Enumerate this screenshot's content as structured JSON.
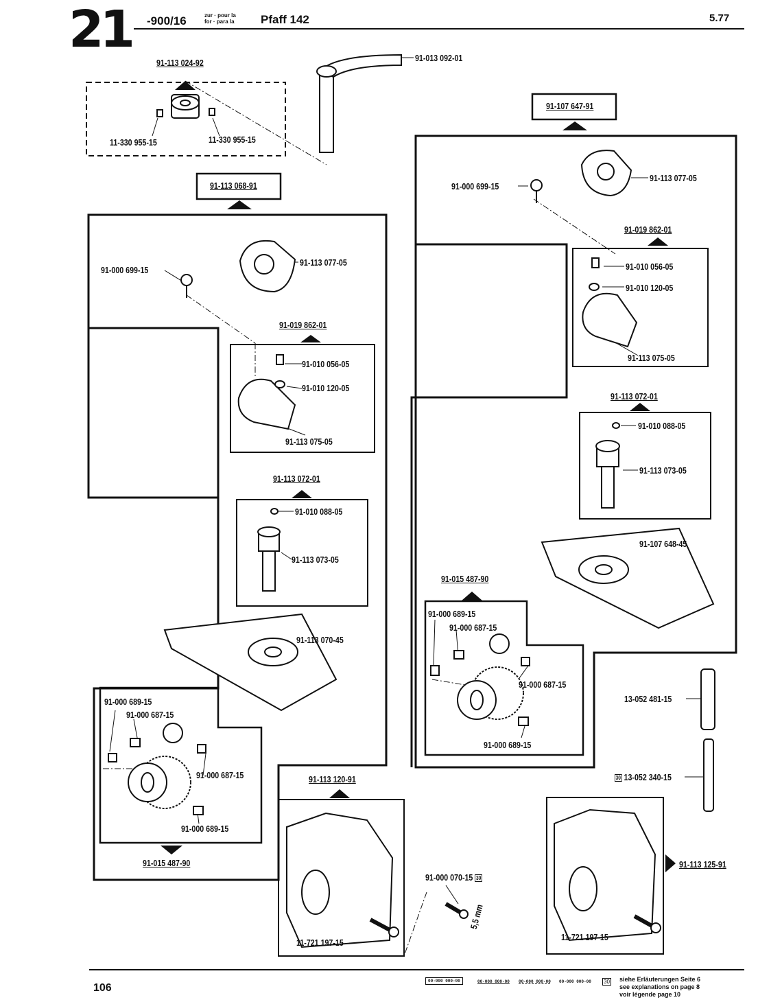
{
  "header": {
    "chapter": "21",
    "code": "-900/16",
    "for_de_fr": "zur · pour la",
    "for_en_es": "for · para la",
    "model": "Pfaff 142",
    "date": "5.77"
  },
  "assemblies": {
    "asm_024_92": "91-113 024-92",
    "asm_068_91": "91-113 068-91",
    "asm_862_left": "91-019 862-01",
    "asm_072_left": "91-113 072-01",
    "asm_487_left": "91-015 487-90",
    "asm_647_91": "91-107 647-91",
    "asm_862_right": "91-019 862-01",
    "asm_072_right": "91-113 072-01",
    "asm_487_right": "91-015 487-90",
    "asm_120_91": "91-113 120-91",
    "asm_125_91": "91-113 125-91"
  },
  "parts": {
    "p_092_01": "91-013 092-01",
    "p_955_a": "11-330 955-15",
    "p_955_b": "11-330 955-15",
    "p_699_left": "91-000 699-15",
    "p_077_left": "91-113 077-05",
    "p_056_left": "91-010 056-05",
    "p_120_left": "91-010 120-05",
    "p_075_left": "91-113 075-05",
    "p_088_left": "91-010 088-05",
    "p_073_left": "91-113 073-05",
    "p_070_45": "91-113 070-45",
    "p_689_left_a": "91-000 689-15",
    "p_687_left_a": "91-000 687-15",
    "p_687_left_b": "91-000 687-15",
    "p_689_left_b": "91-000 689-15",
    "p_699_right": "91-000 699-15",
    "p_077_right": "91-113 077-05",
    "p_056_right": "91-010 056-05",
    "p_120_right": "91-010 120-05",
    "p_075_right": "91-113 075-05",
    "p_088_right": "91-010 088-05",
    "p_073_right": "91-113 073-05",
    "p_648_45": "91-107 648-45",
    "p_689_right_a": "91-000 689-15",
    "p_687_right_a": "91-000 687-15",
    "p_687_right_b": "91-000 687-15",
    "p_689_right_b": "91-000 689-15",
    "p_481_15": "13-052 481-15",
    "p_340_15": "13-052 340-15",
    "p_070_15": "91-000 070-15",
    "p_197_left": "11-721 197-15",
    "p_197_right": "11-721 197-15",
    "dim_55": "5,5 mm"
  },
  "badge_30": "30",
  "footer": {
    "page_number": "106",
    "legend_boxed": "00-000 000-00",
    "legend_underlined": "00-000 000-00",
    "legend_dashed": "00-000 000-00",
    "legend_plain": "00-000 000-00",
    "note_de": "siehe Erläuterungen Seite 6",
    "note_en": "see explanations on page 8",
    "note_fr": "voir légende page 10"
  }
}
